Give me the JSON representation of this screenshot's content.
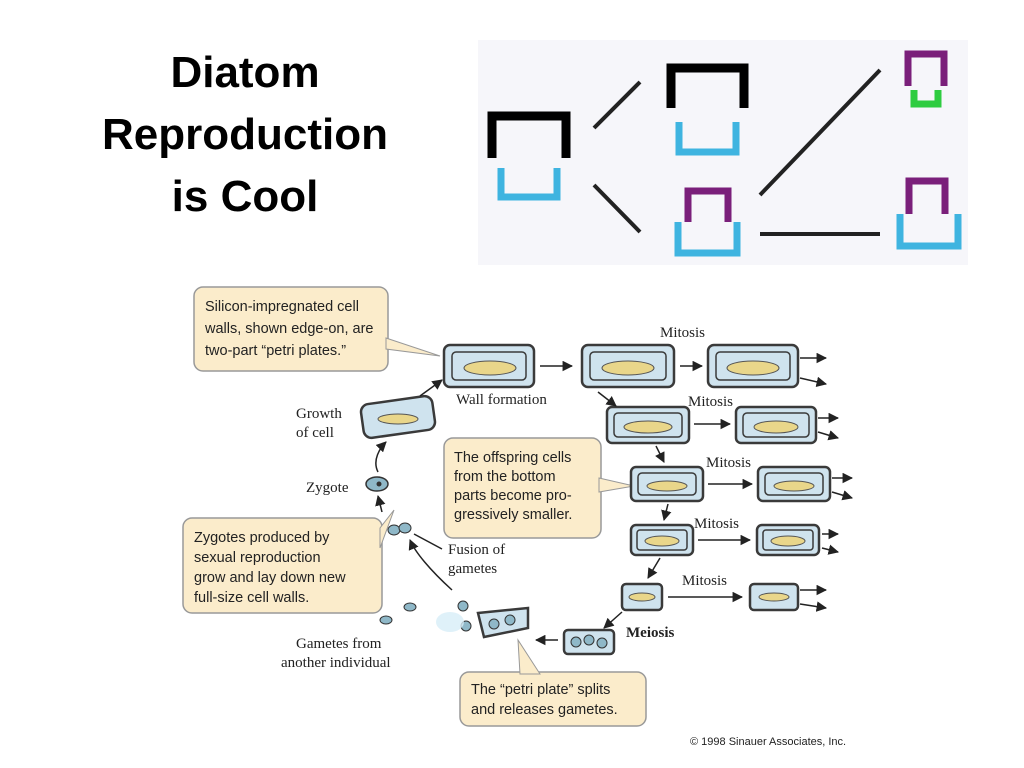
{
  "title": {
    "line1": "Diatom",
    "line2": "Reproduction",
    "line3": "is Cool"
  },
  "callouts": {
    "walls": [
      "Silicon-impregnated cell",
      "walls, shown edge-on, are",
      "two-part “petri plates.”"
    ],
    "offspring": [
      "The offspring cells",
      "from the bottom",
      "parts become pro-",
      "gressively smaller."
    ],
    "zygotes": [
      "Zygotes produced by",
      "sexual reproduction",
      "grow and lay down new",
      "full-size cell walls."
    ],
    "split": [
      "The “petri plate” splits",
      "and releases gametes."
    ]
  },
  "labels": {
    "mitosis": "Mitosis",
    "wall_formation": "Wall formation",
    "growth": [
      "Growth",
      "of cell"
    ],
    "zygote": "Zygote",
    "fusion": [
      "Fusion of",
      "gametes"
    ],
    "gametes_other": [
      "Gametes from",
      "another individual"
    ],
    "meiosis": "Meiosis"
  },
  "copyright": "© 1998 Sinauer Associates, Inc.",
  "colors": {
    "callout_fill": "#fbeccb",
    "cell_wall": "#3a3a3a",
    "cell_fill": "#cfe3ee",
    "chloroplast": "#e9d68a",
    "granule": "#b98fb0",
    "frustule_black": "#000000",
    "frustule_cyan": "#3fb4e0",
    "frustule_purple": "#7a1f7a",
    "frustule_green": "#2ecc40"
  }
}
